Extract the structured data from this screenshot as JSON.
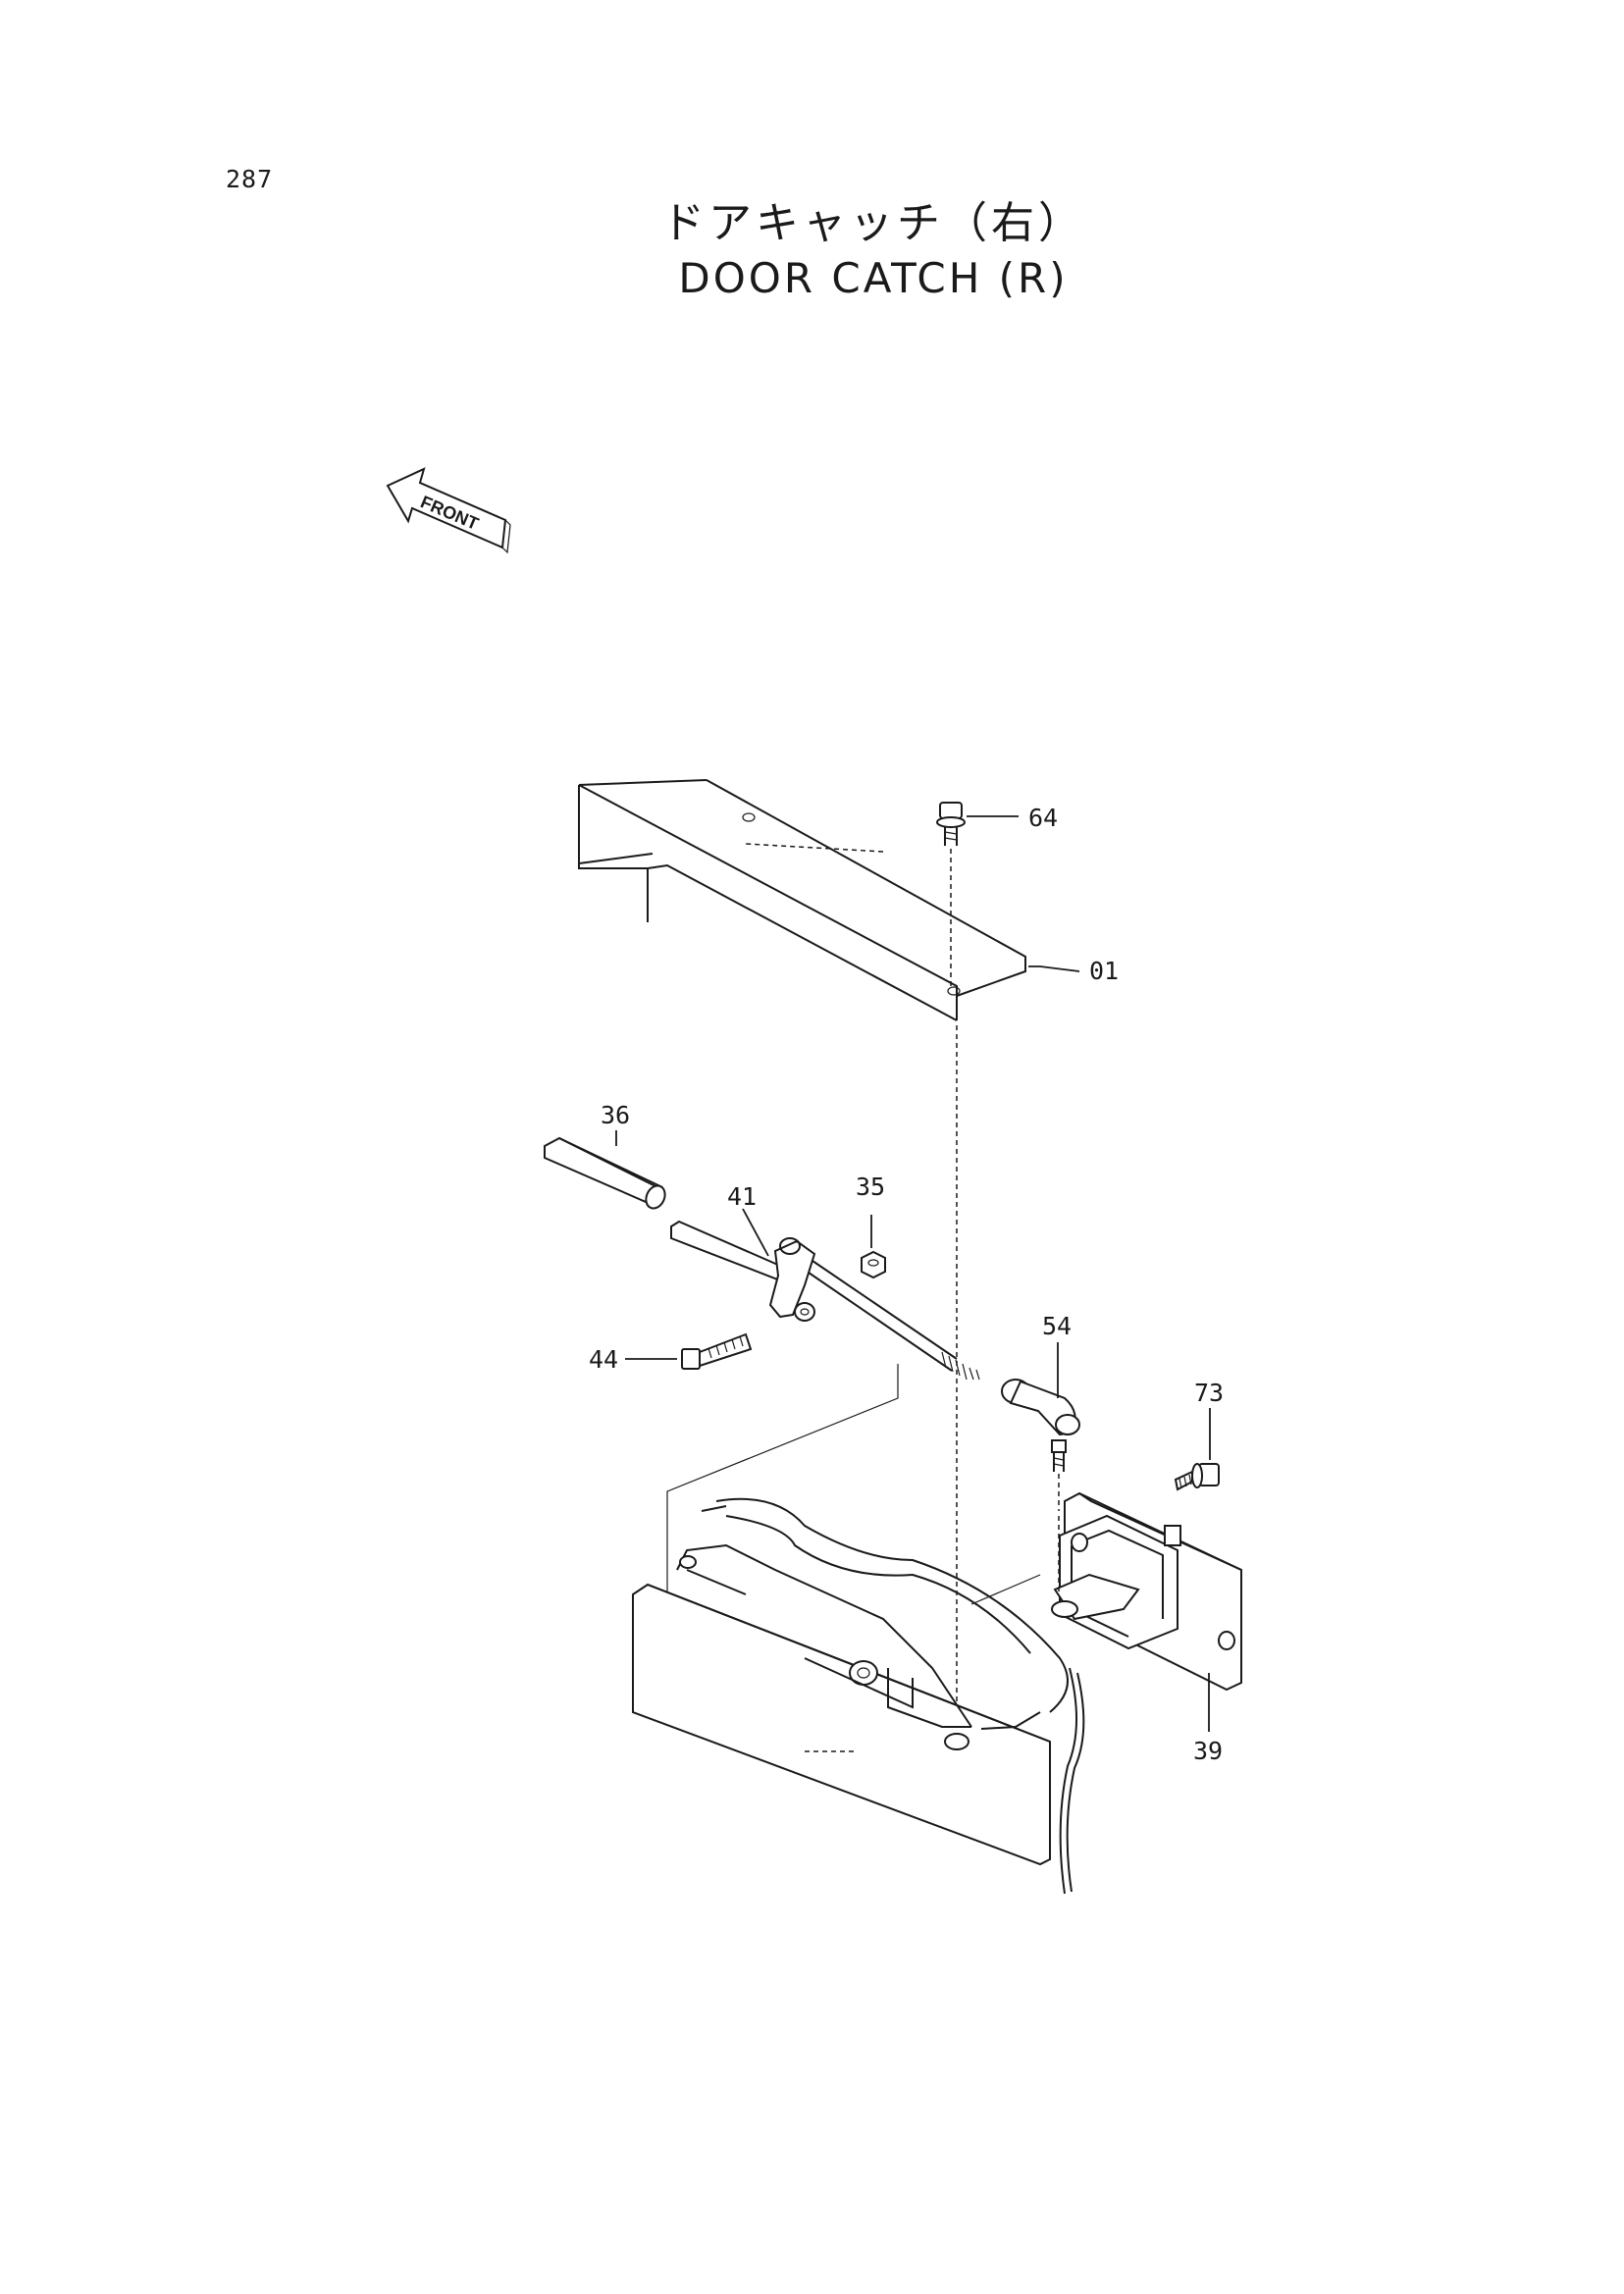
{
  "page": {
    "number": "287",
    "title_jp": "ドアキャッチ（右）",
    "title_en": "DOOR CATCH (R)"
  },
  "front_marker": {
    "label": "FRONT",
    "icon": "arrow-left-icon"
  },
  "callouts": {
    "c64": "64",
    "c01": "01",
    "c36": "36",
    "c41": "41",
    "c35": "35",
    "c54": "54",
    "c44": "44",
    "c73": "73",
    "c39": "39"
  },
  "colors": {
    "ink": "#1a1a1a",
    "paper": "#ffffff"
  }
}
